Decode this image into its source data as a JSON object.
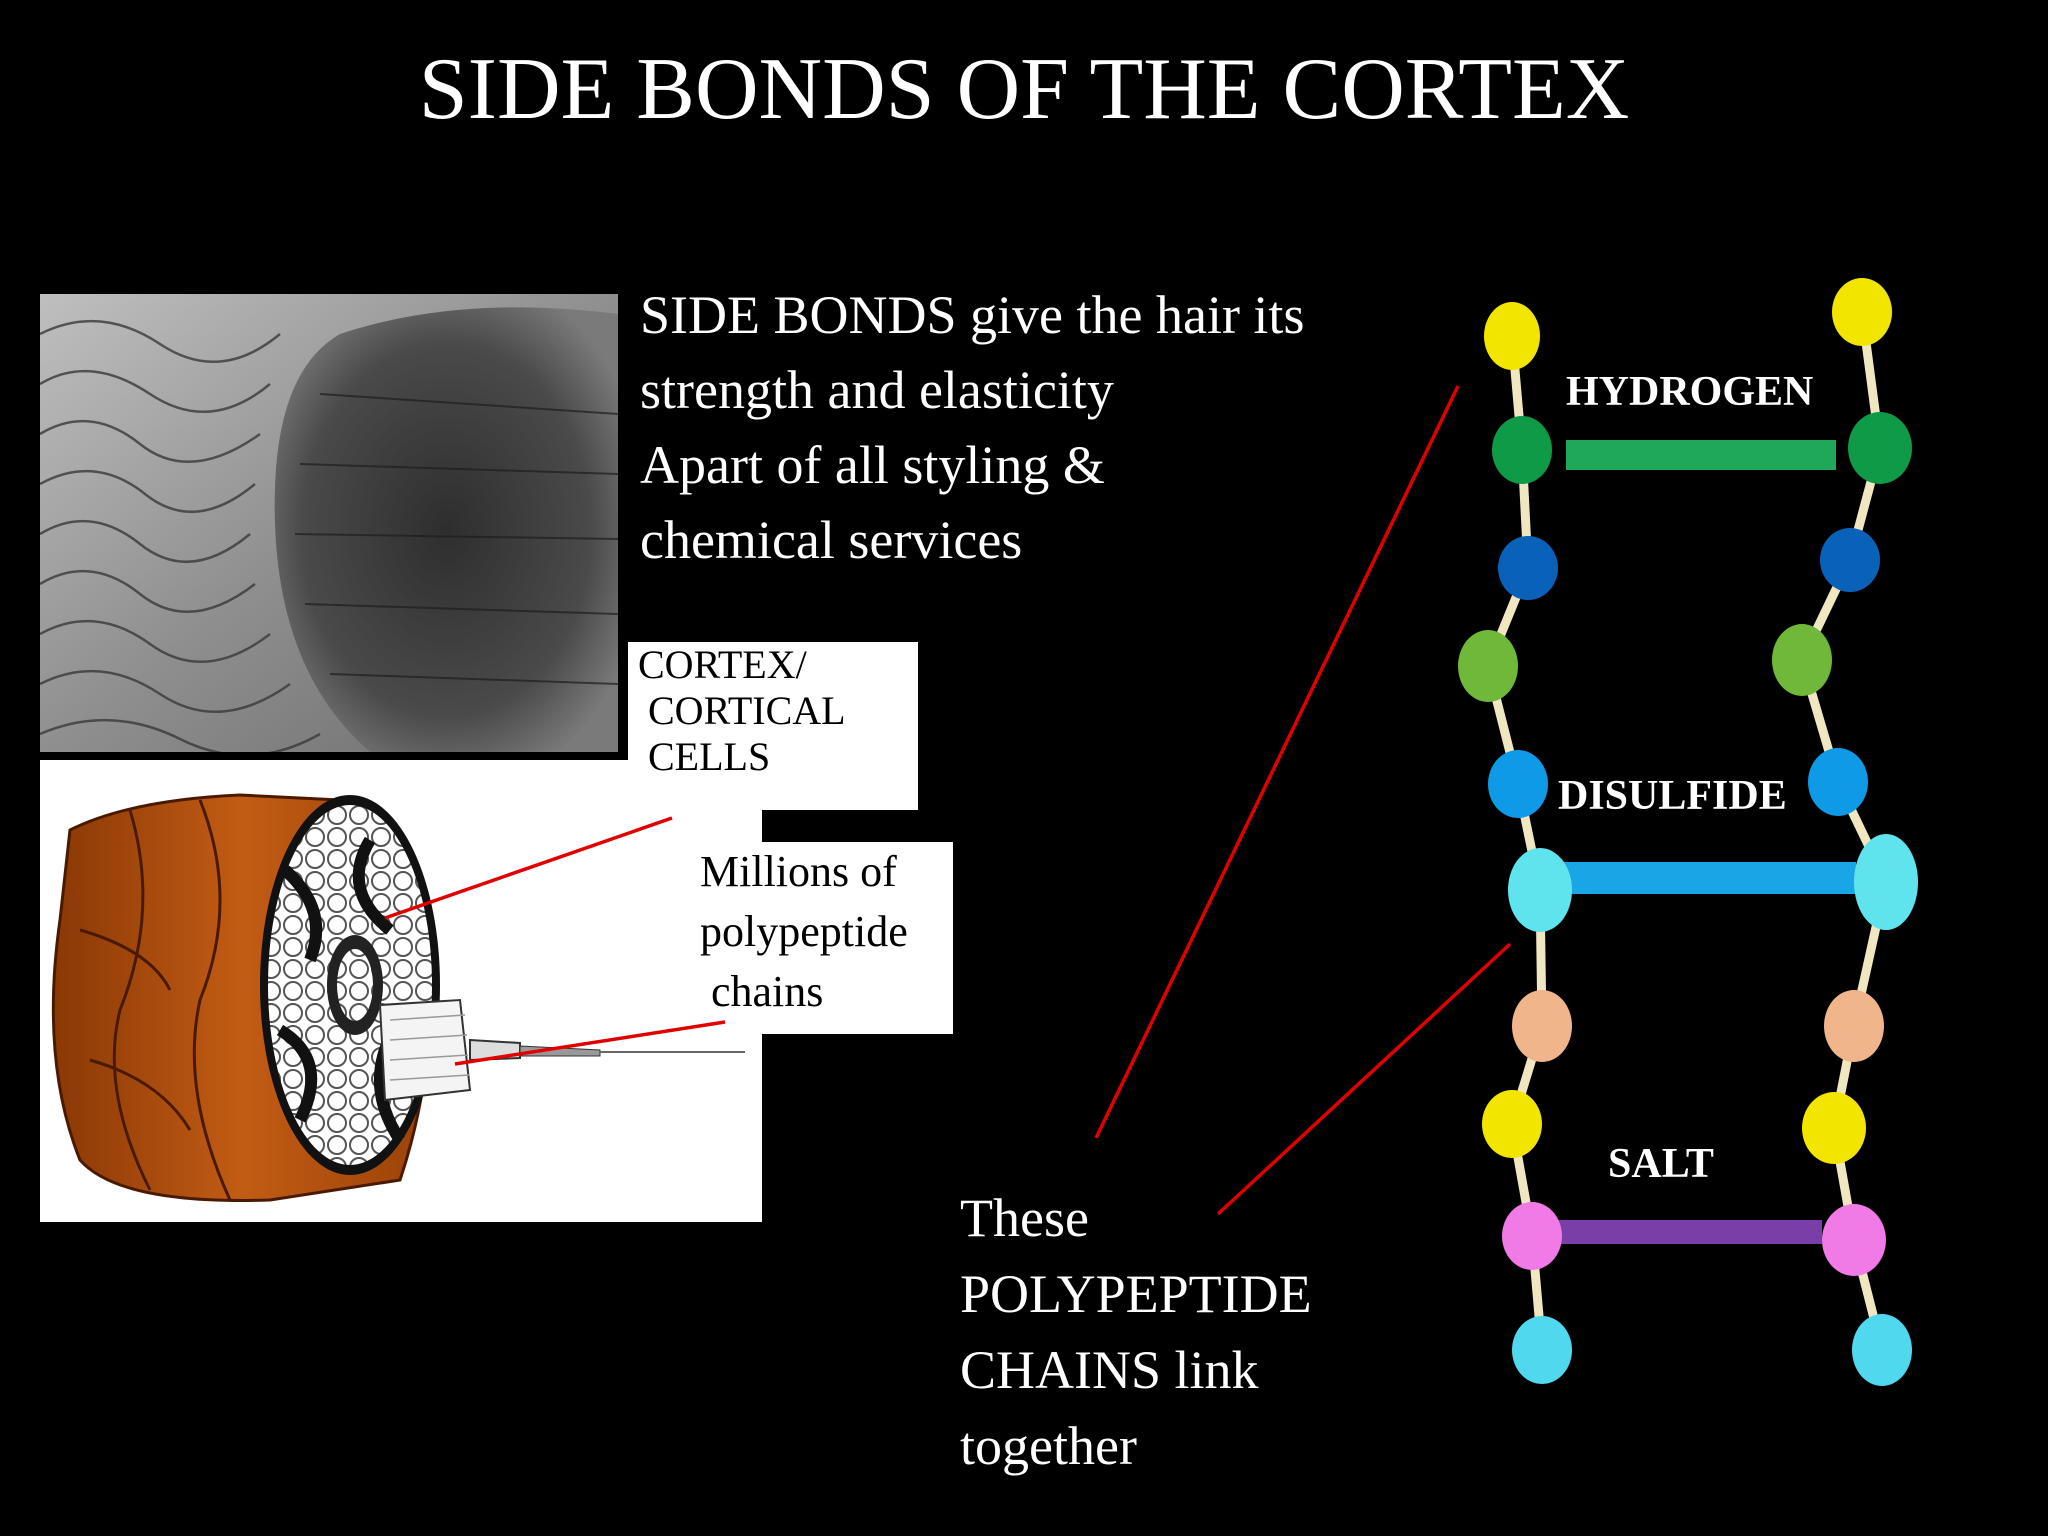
{
  "title": "SIDE BONDS OF THE CORTEX",
  "intro_lines": [
    "SIDE BONDS give the hair its",
    "strength and elasticity",
    "Apart of all styling &",
    "chemical services"
  ],
  "cortex_label_lines": [
    "CORTEX/",
    " CORTICAL",
    " CELLS"
  ],
  "polypeptide_label_lines": [
    "Millions of",
    "polypeptide",
    " chains"
  ],
  "chains_text_lines": [
    "These",
    "POLYPEPTIDE",
    "CHAINS link",
    "together"
  ],
  "bonds": {
    "hydrogen": "HYDROGEN",
    "disulfide": "DISULFIDE",
    "salt": "SALT"
  },
  "colors": {
    "background": "#000000",
    "pointer_line": "#e00000",
    "hydrogen_bond": "#1fa85a",
    "disulfide_bond": "#1aa6e6",
    "salt_bond": "#7a3ea8",
    "hair_cuticle": "#b8520d"
  },
  "bead_colors_top_to_bottom": [
    "yellow",
    "green",
    "blue",
    "light-green",
    "sky-blue",
    "cyan",
    "peach",
    "yellow",
    "pink",
    "cyan"
  ]
}
